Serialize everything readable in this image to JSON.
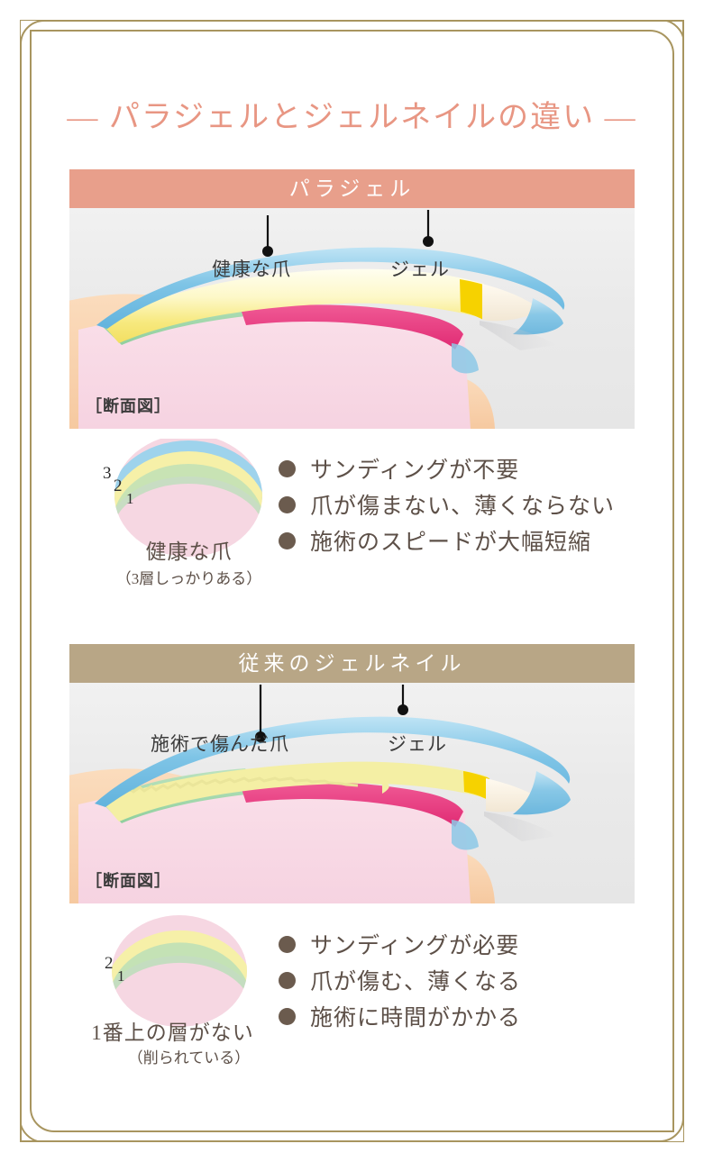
{
  "colors": {
    "frame": "#a8955f",
    "title_text": "#e89683",
    "header_paragel_bg": "#e89f8b",
    "header_traditional_bg": "#b8a686",
    "bullet_dot": "#6b5b4e",
    "body_text": "#5d5048",
    "callout_text": "#3a3a3a",
    "panel_bg": "#ececec",
    "nail_pink": "#f6d7e2",
    "nail_yellow": "#f6f0a8",
    "nail_blue": "#9ed3ec",
    "nail_green": "#a8d8b0",
    "nail_magenta": "#e8427f",
    "skin": "#f6cfa8",
    "gel_tip": "#fbf0df",
    "yellow_accent": "#f6d200"
  },
  "page": {
    "title": "― パラジェルとジェルネイルの違い ―"
  },
  "sections": [
    {
      "id": "paragel",
      "header": "パラジェル",
      "panel": {
        "caption": "［断面図］",
        "callouts": [
          {
            "id": "healthy-nail",
            "label": "健康な爪"
          },
          {
            "id": "gel",
            "label": "ジェル"
          }
        ]
      },
      "circle": {
        "layers": [
          "3",
          "2",
          "1"
        ],
        "label_main": "健康な爪",
        "label_sub": "（3層しっかりある）"
      },
      "bullets": [
        "サンディングが不要",
        "爪が傷まない、薄くならない",
        "施術のスピードが大幅短縮"
      ]
    },
    {
      "id": "traditional",
      "header": "従来のジェルネイル",
      "panel": {
        "caption": "［断面図］",
        "callouts": [
          {
            "id": "damaged-nail",
            "label": "施術で傷んだ爪"
          },
          {
            "id": "gel",
            "label": "ジェル"
          }
        ]
      },
      "circle": {
        "layers": [
          "2",
          "1"
        ],
        "label_main": "1番上の層がない",
        "label_sub": "（削られている）"
      },
      "bullets": [
        "サンディングが必要",
        "爪が傷む、薄くなる",
        "施術に時間がかかる"
      ]
    }
  ]
}
